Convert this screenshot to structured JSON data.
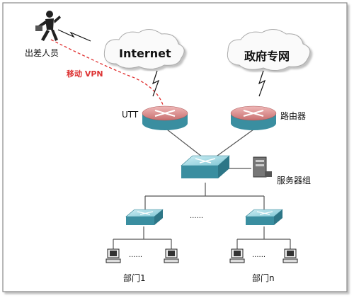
{
  "labels": {
    "traveler": "出差人员",
    "vpn": "移动 VPN",
    "internet": "Internet",
    "gov_net": "政府专网",
    "utt": "UTT",
    "router": "路由器",
    "server_group": "服务器组",
    "dept1": "部门1",
    "deptn": "部门n",
    "dots": "......"
  },
  "colors": {
    "router_top": "#d98a8a",
    "router_body": "#3a8ea0",
    "switch_face": "#8fd0dc",
    "switch_side": "#3a8ea0",
    "vpn_line": "#e03030",
    "line": "#555555"
  },
  "icons": [
    "traveler-icon",
    "cloud-icon",
    "router-icon",
    "switch-icon",
    "server-icon",
    "pc-icon",
    "lightning-icon"
  ]
}
